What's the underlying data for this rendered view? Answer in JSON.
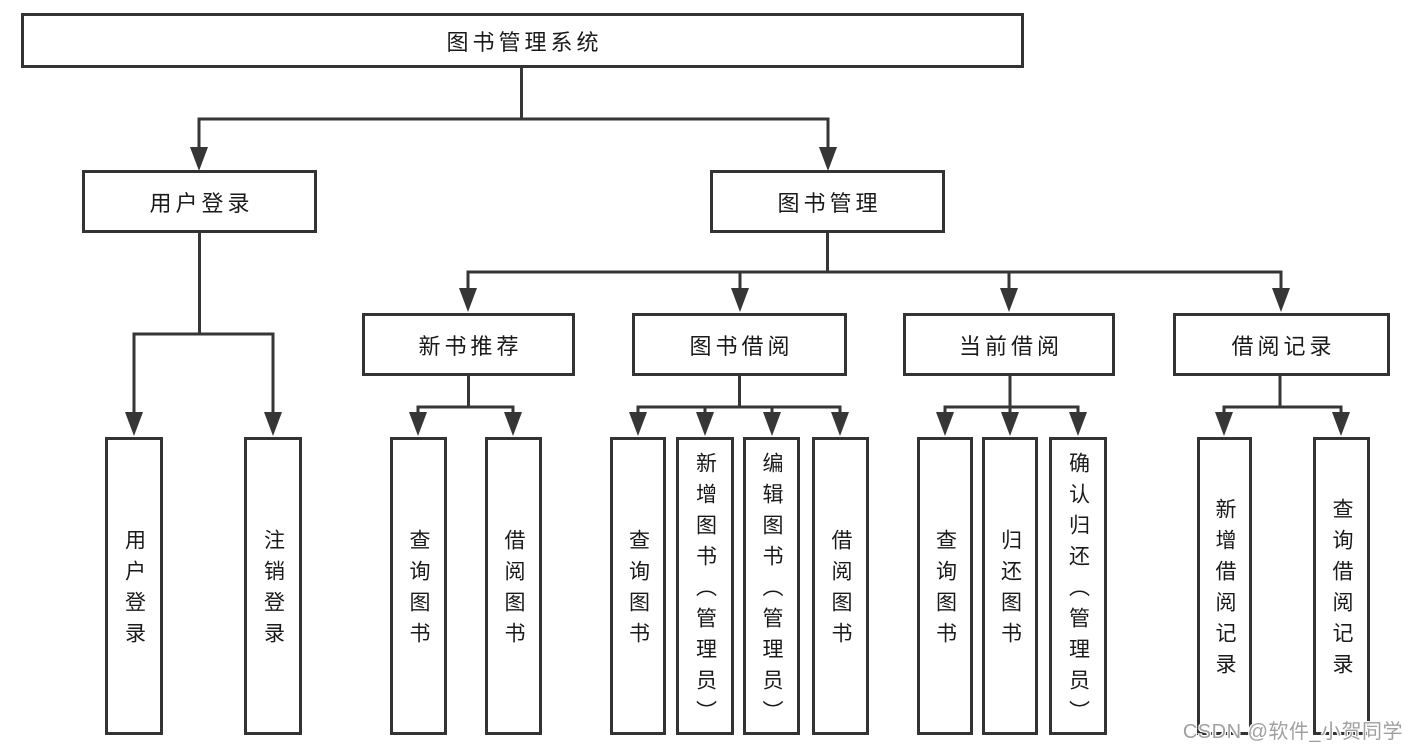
{
  "colors": {
    "background": "#ffffff",
    "line": "#363636",
    "box_border": "#333333",
    "box_fill": "#ffffff",
    "text": "#1a1a1a",
    "watermark_text": "#a0a0a0"
  },
  "tree": {
    "label": "图书管理系统",
    "children": [
      {
        "label": "用户登录",
        "children": [
          {
            "label": "用户登录"
          },
          {
            "label": "注销登录"
          }
        ]
      },
      {
        "label": "图书管理",
        "children": [
          {
            "label": "新书推荐",
            "children": [
              {
                "label": "查询图书"
              },
              {
                "label": "借阅图书"
              }
            ]
          },
          {
            "label": "图书借阅",
            "children": [
              {
                "label": "查询图书"
              },
              {
                "label": "新增图书（管理员）"
              },
              {
                "label": "编辑图书（管理员）"
              },
              {
                "label": "借阅图书"
              }
            ]
          },
          {
            "label": "当前借阅",
            "children": [
              {
                "label": "查询图书"
              },
              {
                "label": "归还图书"
              },
              {
                "label": "确认归还（管理员）"
              }
            ]
          },
          {
            "label": "借阅记录",
            "children": [
              {
                "label": "新增借阅记录"
              },
              {
                "label": "查询借阅记录"
              }
            ]
          }
        ]
      }
    ]
  },
  "watermark": {
    "text": "CSDN @软件_小贺同学"
  }
}
